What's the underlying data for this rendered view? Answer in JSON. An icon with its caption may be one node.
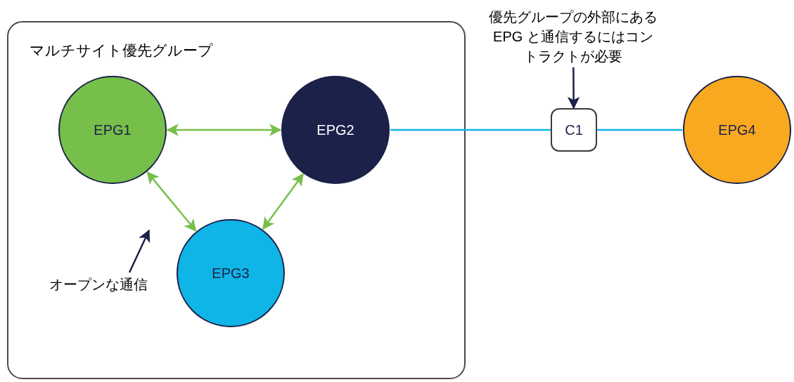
{
  "diagram": {
    "nodes": [
      {
        "text": [
          "マルチサイト優先グループ"
        ]
      },
      {
        "text": [
          "EPG1"
        ],
        "in": 0
      },
      {
        "text": [
          "EPG2"
        ],
        "in": 0
      },
      {
        "text": [
          "EPG3"
        ],
        "in": 0
      },
      {
        "text": [
          "オープンな通信"
        ],
        "in": 0
      },
      {
        "text": [
          "C1"
        ]
      },
      {
        "text": [
          "EPG4"
        ]
      },
      {
        "text": [
          "優先グループの外部にあるEPG と通信するにはコントラクトが必要"
        ]
      }
    ],
    "edges": [
      {
        "from": 1,
        "to": 2,
        "arrow": "both"
      },
      {
        "from": 1,
        "to": 3,
        "arrow": "both"
      },
      {
        "from": 2,
        "to": 3,
        "arrow": "both"
      },
      {
        "from": 2,
        "to": 5,
        "arrow": "none",
        "color": "#0fb5e6"
      },
      {
        "from": 5,
        "to": 6,
        "arrow": "none",
        "color": "#0fb5e6"
      },
      {
        "from": 7,
        "to": 5,
        "arrow": "to",
        "color": "#1b2149"
      },
      {
        "from": 4,
        "to": null,
        "arrow": "to",
        "color": "#1b2149"
      }
    ]
  }
}
